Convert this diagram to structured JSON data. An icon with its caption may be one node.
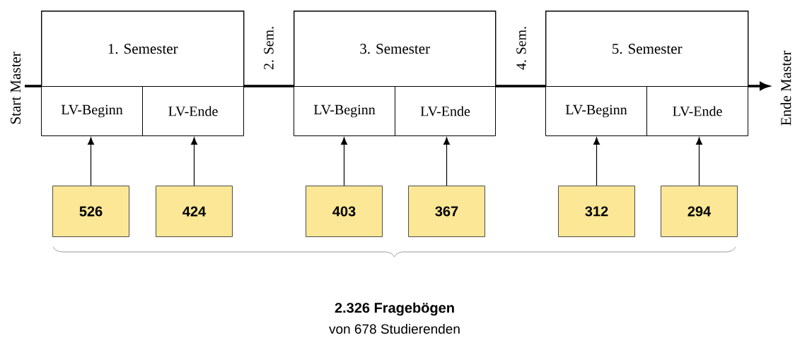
{
  "diagram": {
    "nodes": [
      {
        "text": [
          "1. Semester"
        ]
      },
      {
        "text": [
          "LV-Beginn"
        ]
      },
      {
        "text": [
          "LV-Ende"
        ]
      },
      {
        "text": [
          "3. Semester"
        ]
      },
      {
        "text": [
          "LV-Beginn"
        ]
      },
      {
        "text": [
          "LV-Ende"
        ]
      },
      {
        "text": [
          "5. Semester"
        ]
      },
      {
        "text": [
          "LV-Beginn"
        ]
      },
      {
        "text": [
          "LV-Ende"
        ]
      },
      {
        "text": [
          "526"
        ]
      },
      {
        "text": [
          "424"
        ]
      },
      {
        "text": [
          "403"
        ]
      },
      {
        "text": [
          "367"
        ]
      },
      {
        "text": [
          "312"
        ]
      },
      {
        "text": [
          "294"
        ]
      }
    ],
    "edges": [
      {
        "from": 9,
        "to": 1,
        "arrow": "to"
      },
      {
        "from": 10,
        "to": 2,
        "arrow": "to"
      },
      {
        "from": 11,
        "to": 4,
        "arrow": "to"
      },
      {
        "from": 12,
        "to": 5,
        "arrow": "to"
      },
      {
        "from": 13,
        "to": 7,
        "arrow": "to"
      },
      {
        "from": 14,
        "to": 8,
        "arrow": "to"
      }
    ],
    "labels": [
      "Start Master",
      "2. Sem.",
      "4. Sem.",
      "Ende Master",
      "2.326 Fragebögen",
      "von 678 Studierenden"
    ]
  }
}
